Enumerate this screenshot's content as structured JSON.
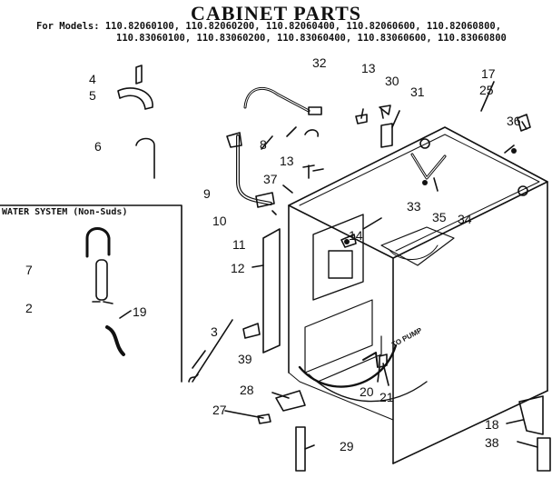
{
  "header": {
    "title": "CABINET PARTS",
    "models_line1": "For Models: 110.82060100, 110.82060200, 110.82060400, 110.82060600, 110.82060800,",
    "models_line2": "110.83060100, 110.83060200, 110.83060400, 110.83060600, 110.83060800"
  },
  "water_system_box": {
    "title": "WATER SYSTEM (Non-Suds)"
  },
  "annotations": {
    "to_pump": "TO PUMP"
  },
  "callouts": {
    "n2": "2",
    "n3": "3",
    "n4": "4",
    "n5": "5",
    "n6": "6",
    "n7": "7",
    "n8": "8",
    "n9": "9",
    "n10": "10",
    "n11": "11",
    "n12": "12",
    "n13a": "13",
    "n13b": "13",
    "n14": "14",
    "n17": "17",
    "n18": "18",
    "n19": "19",
    "n20": "20",
    "n21": "21",
    "n25": "25",
    "n27": "27",
    "n28": "28",
    "n29": "29",
    "n30": "30",
    "n31": "31",
    "n32": "32",
    "n33": "33",
    "n34": "34",
    "n35": "35",
    "n36": "36",
    "n37": "37",
    "n38": "38",
    "n39": "39"
  }
}
